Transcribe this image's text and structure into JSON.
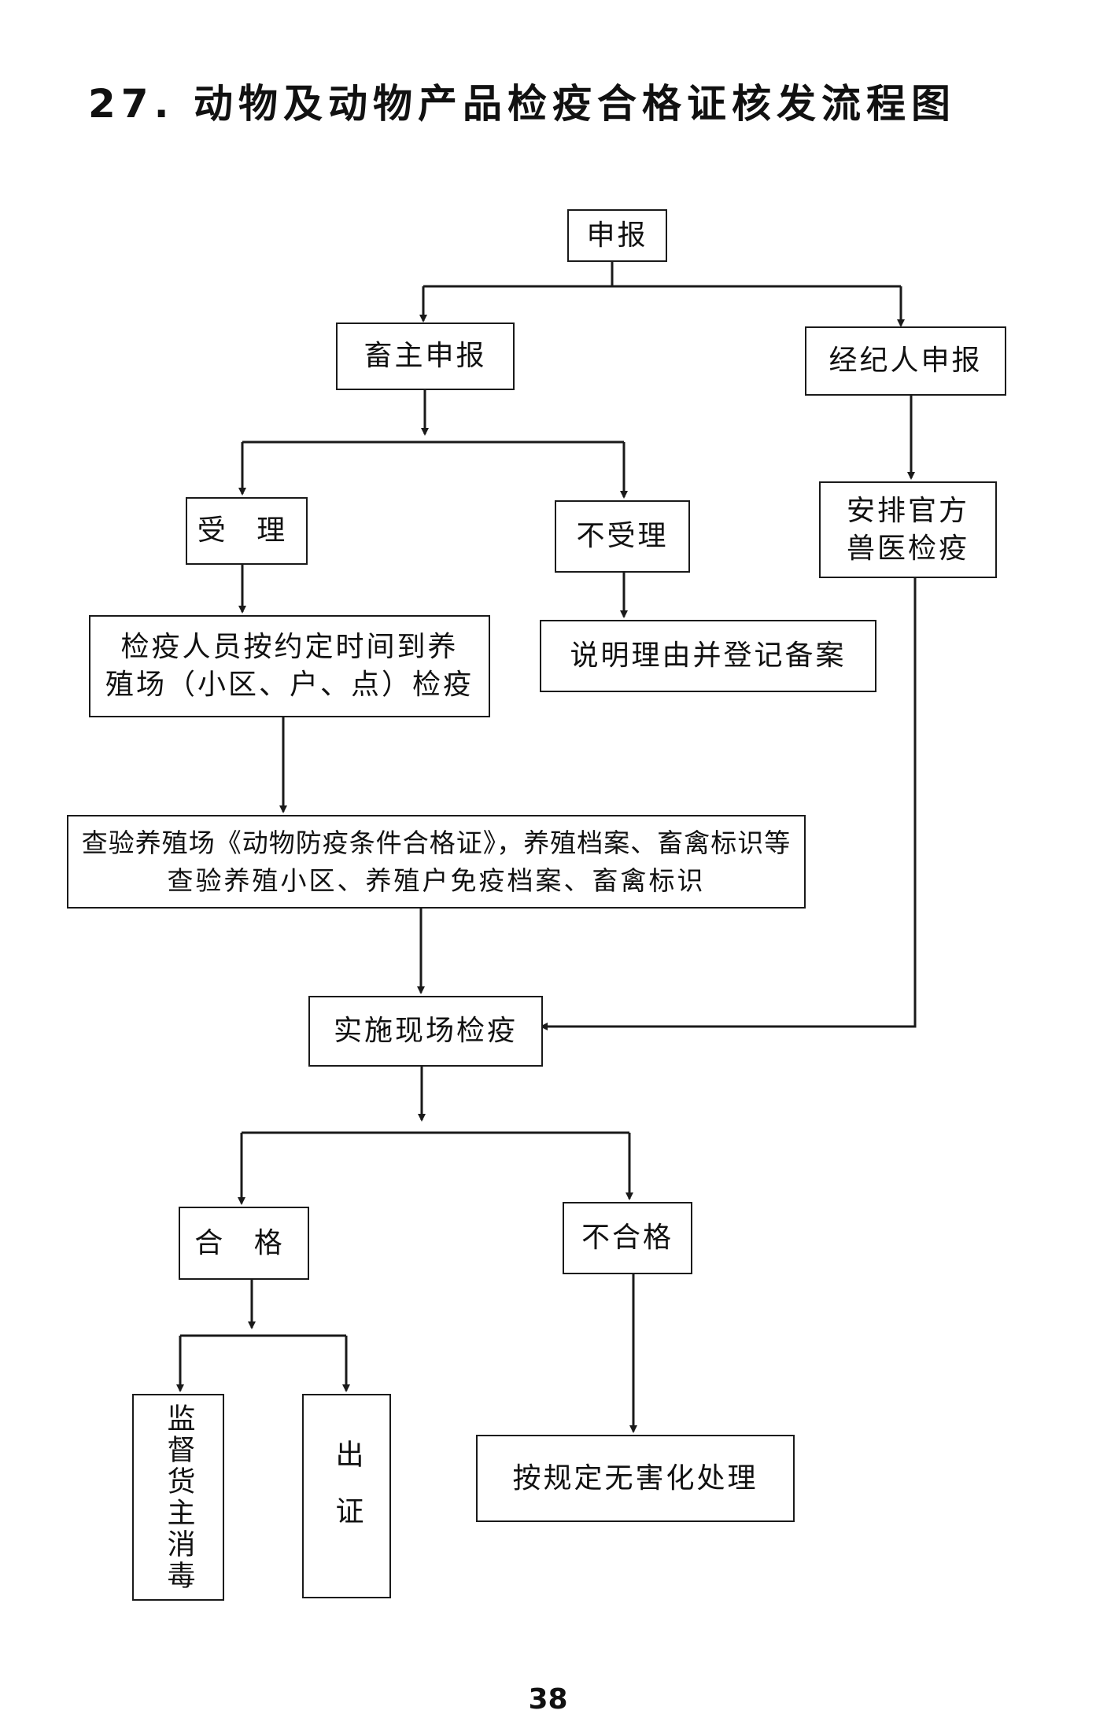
{
  "title": "27. 动物及动物产品检疫合格证核发流程图",
  "page_number": "38",
  "nodes": {
    "apply": "申报",
    "owner_apply": "畜主申报",
    "broker_apply": "经纪人申报",
    "accept": "受 理",
    "reject": "不受理",
    "arrange_vet_line1": "安排官方",
    "arrange_vet_line2": "兽医检疫",
    "inspector_visit_line1": "检疫人员按约定时间到养",
    "inspector_visit_line2": "殖场（小区、户、点）检疫",
    "explain_record": "说明理由并登记备案",
    "verify_line1": "查验养殖场《动物防疫条件合格证》，养殖档案、畜禽标识等",
    "verify_line2": "查验养殖小区、养殖户免疫档案、畜禽标识",
    "onsite": "实施现场检疫",
    "pass": "合 格",
    "fail": "不合格",
    "supervise": "监督货主消毒",
    "certificate": "出证",
    "harmless": "按规定无害化处理"
  }
}
